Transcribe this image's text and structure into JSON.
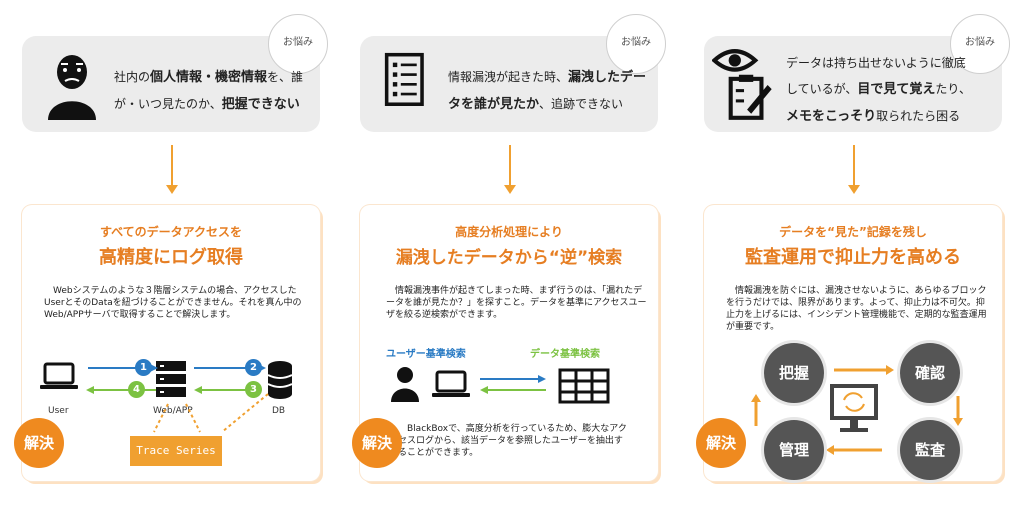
{
  "badge": "お悩み",
  "kaiketsu": "解決",
  "col1": {
    "problem": {
      "line1_pre": "社内の",
      "line1_b": "個人情報・機密情報",
      "line1_post": "を、誰",
      "line2_pre": "が・いつ見たのか、",
      "line2_b": "把握できない"
    },
    "solution": {
      "subtitle": "すべてのデータアクセスを",
      "title": "高精度にログ取得",
      "body": "　Webシステムのような３階層システムの場合、アクセスしたUserとそのDataを紐づけることができません。それを真ん中のWeb/APPサーバで取得することで解決します。"
    },
    "diagram": {
      "user": "User",
      "webapp": "Web/APP",
      "db": "DB",
      "trace": "Trace Series",
      "nums": [
        "1",
        "2",
        "3",
        "4"
      ]
    }
  },
  "col2": {
    "problem": {
      "line1_pre": "情報漏洩が起きた時、",
      "line1_b": "漏洩したデー",
      "line2_b": "タを誰が見たか",
      "line2_post": "、追跡できない"
    },
    "solution": {
      "subtitle": "高度分析処理により",
      "title": "漏洩したデータから“逆”検索",
      "body": "　情報漏洩事件が起きてしまった時、まず行うのは、「漏れたデータを誰が見たか？」を探すこと。データを基準にアクセスユーザを絞る逆検索ができます。",
      "user_label": "ユーザー基準検索",
      "data_label": "データ基準検索",
      "body2": "　BlackBoxで、高度分析を行っているため、膨大なアクセスログから、該当データを参照したユーザーを抽出することができます。"
    }
  },
  "col3": {
    "problem": {
      "line1": "データは持ち出せないように徹底",
      "line2_pre": "しているが、",
      "line2_b": "目で見て覚え",
      "line2_post": "たり、",
      "line3_b": "メモをこっそり",
      "line3_post": "取られたら困る"
    },
    "solution": {
      "subtitle": "データを“見た”記録を残し",
      "title": "監査運用で抑止力を高める",
      "body": "　情報漏洩を防ぐには、漏洩させないように、あらゆるブロックを行うだけでは、限界があります。よって、抑止力は不可欠。抑止力を上げるには、インシデント管理機能で、定期的な監査運用が重要です。",
      "cycle": [
        "把握",
        "確認",
        "監査",
        "管理"
      ]
    }
  },
  "colors": {
    "accent": "#e67e22",
    "blue": "#2a7bc4",
    "green": "#7cc242",
    "gray": "#555555"
  }
}
